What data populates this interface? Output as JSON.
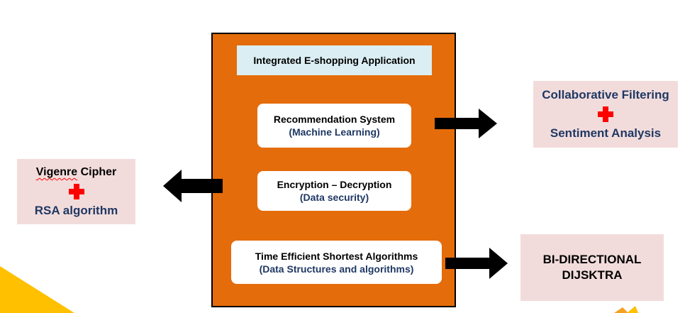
{
  "main": {
    "title": "Integrated E-shopping Application",
    "modules": [
      {
        "line1": "Recommendation System",
        "line2": "(Machine Learning)"
      },
      {
        "line1": "Encryption – Decryption",
        "line2": "(Data security)"
      },
      {
        "line1": "Time Efficient Shortest Algorithms",
        "line2": "(Data Structures and algorithms)"
      }
    ]
  },
  "outputs": {
    "recommendation": {
      "line1": "Collaborative Filtering",
      "line2": "Sentiment Analysis"
    },
    "encryption": {
      "line1_word1": "Vigenre",
      "line1_word2": " Cipher",
      "line2": "RSA algorithm"
    },
    "shortest_path": {
      "line1": "BI-DIRECTIONAL",
      "line2": "DIJSKTRA"
    }
  },
  "colors": {
    "main_box": "#e46c0a",
    "title_box": "#dbeef3",
    "output_box": "#f2dcdb",
    "plus": "#ff0000",
    "accent_text": "#1f3864",
    "decor_yellow": "#ffc000"
  }
}
